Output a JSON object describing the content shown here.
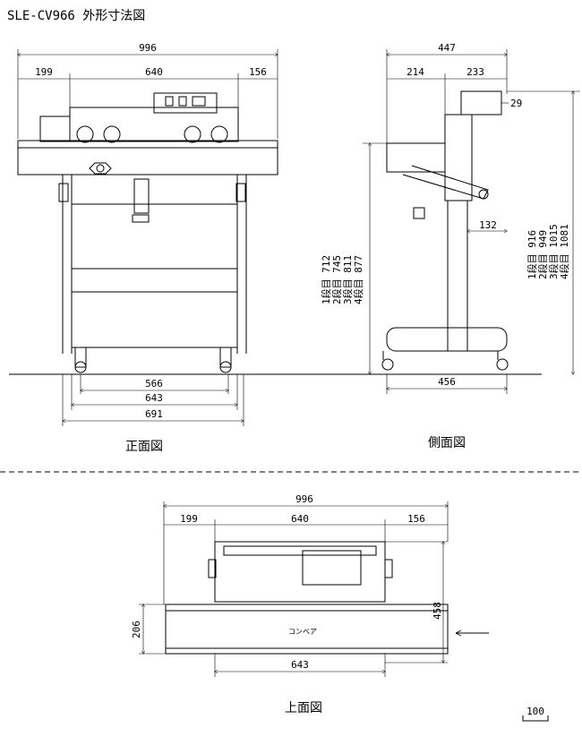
{
  "title": "SLE-CV966 外形寸法図",
  "front_view": {
    "caption": "正面図",
    "overall_width": "996",
    "left_offset": "199",
    "body_width": "640",
    "right_offset": "156",
    "caster_inner": "566",
    "frame_width": "643",
    "base_width": "691"
  },
  "side_view": {
    "caption": "側面図",
    "overall_depth": "447",
    "front_depth": "214",
    "rear_depth": "233",
    "hopper_offset": "29",
    "column_offset": "132",
    "base_depth": "456",
    "table_heights": [
      {
        "label": "1段目",
        "value": "712"
      },
      {
        "label": "2段目",
        "value": "745"
      },
      {
        "label": "3段目",
        "value": "811"
      },
      {
        "label": "4段目",
        "value": "877"
      }
    ],
    "overall_heights": [
      {
        "label": "1段目",
        "value": "916"
      },
      {
        "label": "2段目",
        "value": "949"
      },
      {
        "label": "3段目",
        "value": "1015"
      },
      {
        "label": "4段目",
        "value": "1081"
      }
    ]
  },
  "top_view": {
    "caption": "上面図",
    "overall_width": "996",
    "left_offset": "199",
    "body_width": "640",
    "right_offset": "156",
    "overall_depth": "458",
    "conveyor_depth": "206",
    "frame_width": "643",
    "conveyor_label": "コンベア"
  },
  "scale_bar": "100"
}
